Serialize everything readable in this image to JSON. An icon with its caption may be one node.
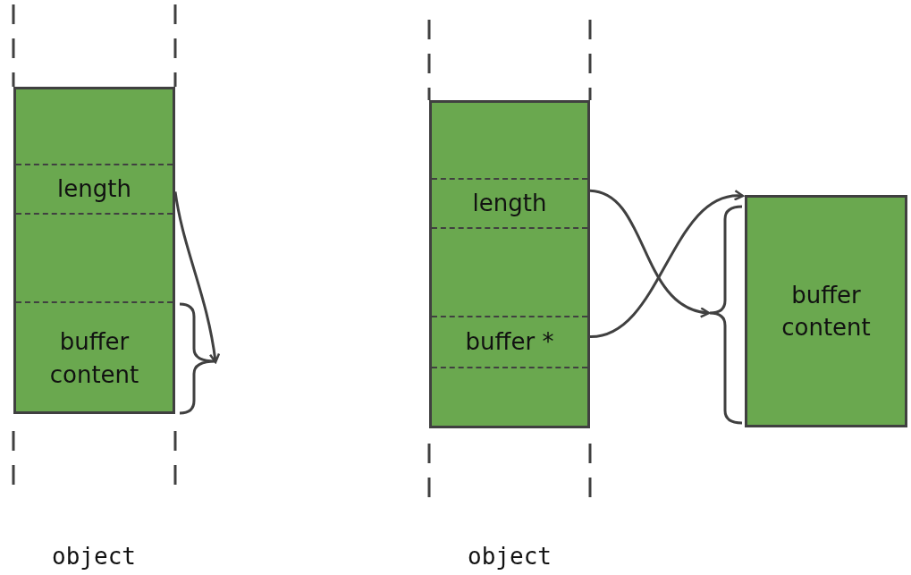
{
  "diagram": {
    "nodes": [
      {
        "text": [],
        "shape": "box"
      },
      {
        "text": [
          "length"
        ],
        "in": 0
      },
      {
        "text": [
          "buffer content"
        ],
        "in": 0
      },
      {
        "text": [],
        "shape": "brace"
      },
      {
        "text": [],
        "shape": "box"
      },
      {
        "text": [
          "length"
        ],
        "in": 4
      },
      {
        "text": [
          "buffer *"
        ],
        "in": 4
      },
      {
        "text": [
          "buffer content"
        ]
      },
      {
        "text": [],
        "shape": "brace"
      }
    ],
    "edges": [
      {
        "from": 1,
        "to": 3,
        "arrow": "to"
      },
      {
        "from": 5,
        "to": 8,
        "arrow": "to"
      },
      {
        "from": 6,
        "to": 7,
        "arrow": "to"
      }
    ],
    "labels": [
      "object",
      "object"
    ]
  }
}
